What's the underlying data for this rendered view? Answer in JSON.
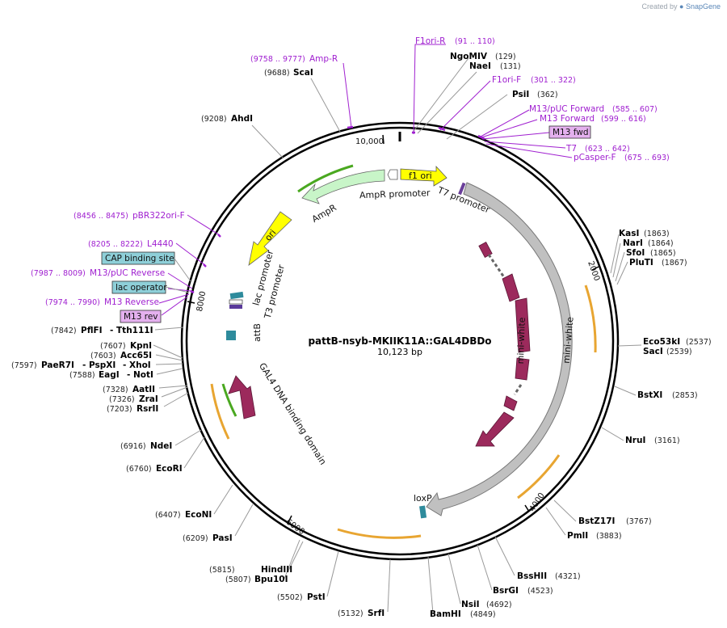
{
  "brand": {
    "created_by": "Created by",
    "app": "SnapGene"
  },
  "plasmid": {
    "name": "pattB-nsyb-MKIIK11A::GAL4DBDo",
    "length_label": "10,123 bp"
  },
  "colors": {
    "backbone": "#000000",
    "primer": "#a020d0",
    "feature_magenta": "#9c2a5c",
    "feature_gray": "#c0c0c0",
    "feature_green": "#c8f5c8",
    "feature_yellow": "#ffff00",
    "feature_teal": "#2e8b9c",
    "orf_arc": "#e8a531",
    "orf_arc_green": "#4aa820",
    "label_box_teal": "#8ecfd8",
    "label_box_primer": "#e4b0ee"
  },
  "ticks": [
    "10,000",
    "2000",
    "4000",
    "6000",
    "8000"
  ],
  "enzymes": [
    {
      "name": "NgoMIV",
      "pos": "(129)"
    },
    {
      "name": "NaeI",
      "pos": "(131)"
    },
    {
      "name": "PsiI",
      "pos": "(362)"
    },
    {
      "name": "KasI",
      "pos": "(1863)"
    },
    {
      "name": "NarI",
      "pos": "(1864)"
    },
    {
      "name": "SfoI",
      "pos": "(1865)"
    },
    {
      "name": "PluTI",
      "pos": "(1867)"
    },
    {
      "name": "Eco53kI",
      "pos": "(2537)"
    },
    {
      "name": "SacI",
      "pos": "(2539)"
    },
    {
      "name": "BstXI",
      "pos": "(2853)"
    },
    {
      "name": "NruI",
      "pos": "(3161)"
    },
    {
      "name": "BstZ17I",
      "pos": "(3767)"
    },
    {
      "name": "PmlI",
      "pos": "(3883)"
    },
    {
      "name": "BssHII",
      "pos": "(4321)"
    },
    {
      "name": "BsrGI",
      "pos": "(4523)"
    },
    {
      "name": "NsiI",
      "pos": "(4692)"
    },
    {
      "name": "BamHI",
      "pos": "(4849)"
    },
    {
      "name": "SrfI",
      "pos": "(5132)"
    },
    {
      "name": "PstI",
      "pos": "(5502)"
    },
    {
      "name": "HindIII",
      "pos": "(5815)"
    },
    {
      "name": "Bpu10I",
      "pos": "(5807)"
    },
    {
      "name": "PasI",
      "pos": "(6209)"
    },
    {
      "name": "EcoNI",
      "pos": "(6407)"
    },
    {
      "name": "EcoRI",
      "pos": "(6760)"
    },
    {
      "name": "NdeI",
      "pos": "(6916)"
    },
    {
      "name": "RsrII",
      "pos": "(7203)"
    },
    {
      "name": "ZraI",
      "pos": "(7326)"
    },
    {
      "name": "AatII",
      "pos": "(7328)"
    },
    {
      "name": "- NotI",
      "pos": "(7588)"
    },
    {
      "name": "EagI",
      "pos": ""
    },
    {
      "name": "- XhoI",
      "pos": "(7597)"
    },
    {
      "name": "PaeR7I",
      "pos": ""
    },
    {
      "name": "- PspXI",
      "pos": ""
    },
    {
      "name": "Acc65I",
      "pos": "(7603)"
    },
    {
      "name": "KpnI",
      "pos": "(7607)"
    },
    {
      "name": "- Tth111I",
      "pos": "(7842)"
    },
    {
      "name": "PflFI",
      "pos": ""
    },
    {
      "name": "AhdI",
      "pos": "(9208)"
    },
    {
      "name": "ScaI",
      "pos": "(9688)"
    }
  ],
  "primers": [
    {
      "name": "F1ori-R",
      "pos": "(91 .. 110)"
    },
    {
      "name": "F1ori-F",
      "pos": "(301 .. 322)"
    },
    {
      "name": "M13/pUC Forward",
      "pos": "(585 .. 607)"
    },
    {
      "name": "M13 Forward",
      "pos": "(599 .. 616)"
    },
    {
      "name": "M13 fwd",
      "pos": ""
    },
    {
      "name": "T7",
      "pos": "(623 .. 642)"
    },
    {
      "name": "pCasper-F",
      "pos": "(675 .. 693)"
    },
    {
      "name": "Amp-R",
      "pos": "(9758 .. 9777)"
    },
    {
      "name": "pBR322ori-F",
      "pos": "(8456 .. 8475)"
    },
    {
      "name": "L4440",
      "pos": "(8205 .. 8222)"
    },
    {
      "name": "M13/pUC Reverse",
      "pos": "(7987 .. 8009)"
    },
    {
      "name": "M13 Reverse",
      "pos": "(7974 .. 7990)"
    },
    {
      "name": "M13 rev",
      "pos": ""
    }
  ],
  "boxed_labels": [
    "CAP binding site",
    "lac operator"
  ],
  "features": {
    "f1_ori": "f1 ori",
    "ampr_promoter": "AmpR promoter",
    "t7_promoter": "T7 promoter",
    "ampr": "AmpR",
    "ori": "ori",
    "lac_promoter": "lac promoter",
    "t3_promoter": "T3 promoter",
    "attb": "attB",
    "gal4": "GAL4 DNA binding domain",
    "mini_white_outer": "mini-white",
    "mini_white_inner": "mini-white",
    "loxp": "loxP"
  }
}
